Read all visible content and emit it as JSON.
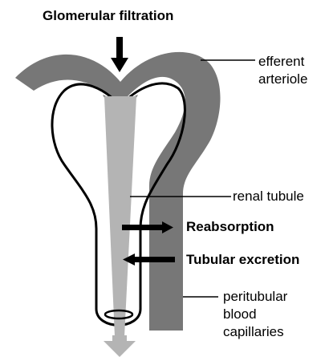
{
  "labels": {
    "glomerular_filtration": "Glomerular filtration",
    "efferent_line1": "efferent",
    "efferent_line2": "arteriole",
    "renal_tubule": "renal tubule",
    "reabsorption": "Reabsorption",
    "tubular_excretion": "Tubular excretion",
    "peritubular_line1": "peritubular",
    "peritubular_line2": "blood",
    "peritubular_line3": "capillaries"
  },
  "colors": {
    "vessel": "#777777",
    "filtrate_flow": "#b4b4b4",
    "outline": "#000000",
    "background": "#ffffff"
  }
}
